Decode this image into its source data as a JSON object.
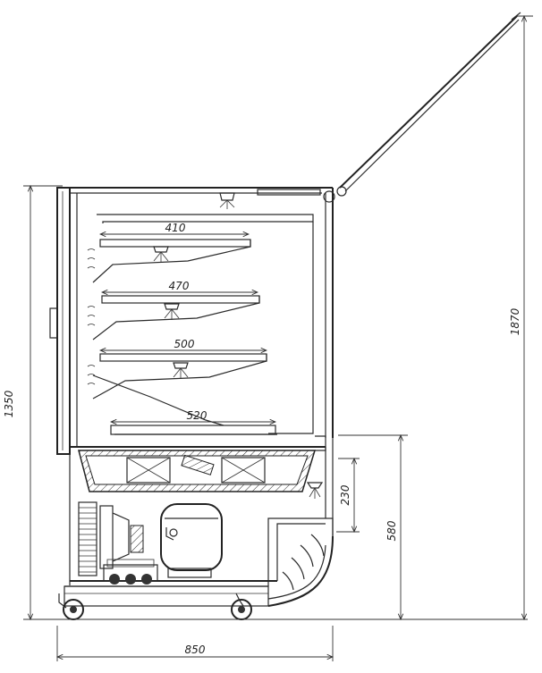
{
  "dimensions": {
    "total_height": "1350",
    "height_with_lid": "1870",
    "depth": "850",
    "counter_height": "580",
    "base_height": "230",
    "shelf_1": "410",
    "shelf_2": "470",
    "shelf_3": "500",
    "shelf_4": "520"
  },
  "colors": {
    "line": "#2a2a2a",
    "background": "#ffffff"
  }
}
